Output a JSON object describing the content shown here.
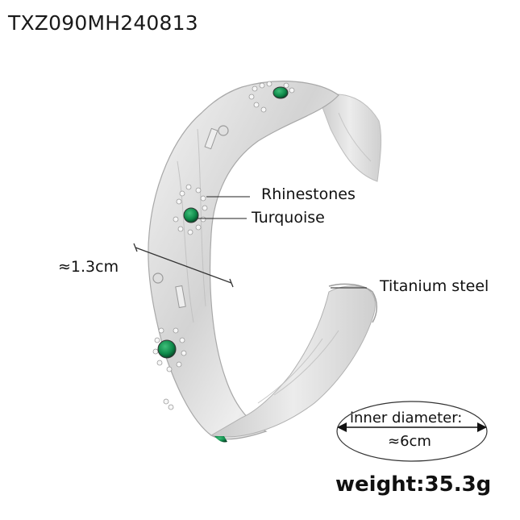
{
  "product": {
    "sku": "TXZ090MH240813",
    "annotations": {
      "rhinestones": "Rhinestones",
      "turquoise": "Turquoise",
      "titanium_steel": "Titanium steel"
    },
    "width_measure": "≈1.3cm",
    "inner_diameter": {
      "label": "inner diameter:",
      "value": "≈6cm"
    },
    "weight": "weight:35.3g"
  },
  "colors": {
    "silver": "#d9d9d9",
    "silver_dark": "#a8a8a8",
    "stone_green": "#0f8a4a",
    "text": "#111111",
    "background": "#ffffff"
  }
}
